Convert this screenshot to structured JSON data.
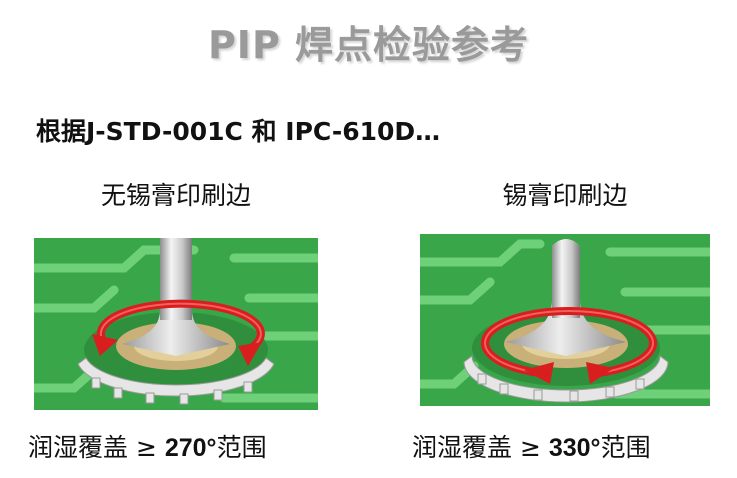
{
  "title": "PIP 焊点检验参考",
  "subtitle": "根据J-STD-001C 和 IPC-610D…",
  "panels": [
    {
      "label": "无锡膏印刷边",
      "caption_prefix": "润湿覆盖 ≥ ",
      "caption_value": "270°",
      "caption_suffix": "范围",
      "wetting_coverage_deg": 270
    },
    {
      "label": "锡膏印刷边",
      "caption_prefix": "润湿覆盖 ≥ ",
      "caption_value": "330°",
      "caption_suffix": "范围",
      "wetting_coverage_deg": 330
    }
  ],
  "colors": {
    "title": "#9a9a9a",
    "board_green": "#3aa64a",
    "trace_green": "#6fd07a",
    "arrow_red": "#d81e1e",
    "solder_tan": "#c8b078",
    "ring_gray": "#e6e6e6"
  }
}
